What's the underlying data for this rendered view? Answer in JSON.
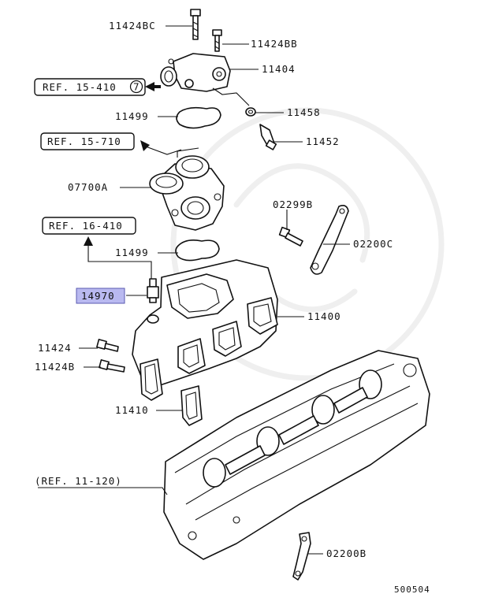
{
  "callouts": {
    "c11424BC": "11424BC",
    "c11424BB": "11424BB",
    "c11404": "11404",
    "c11499a": "11499",
    "c11458": "11458",
    "c11452": "11452",
    "c07700A": "07700A",
    "c02299B": "02299B",
    "c02200C": "02200C",
    "c11499b": "11499",
    "c14970": "14970",
    "c11400": "11400",
    "c11424": "11424",
    "c11424B": "11424B",
    "c11410": "11410",
    "c02200B": "02200B"
  },
  "refs": {
    "r1": "REF. 15-410",
    "r1_circle": "7",
    "r2": "REF. 15-710",
    "r3": "REF. 16-410",
    "r4": "(REF. 11-120)"
  },
  "highlight_color": "#b9b9f0",
  "diagram_id": "500504"
}
